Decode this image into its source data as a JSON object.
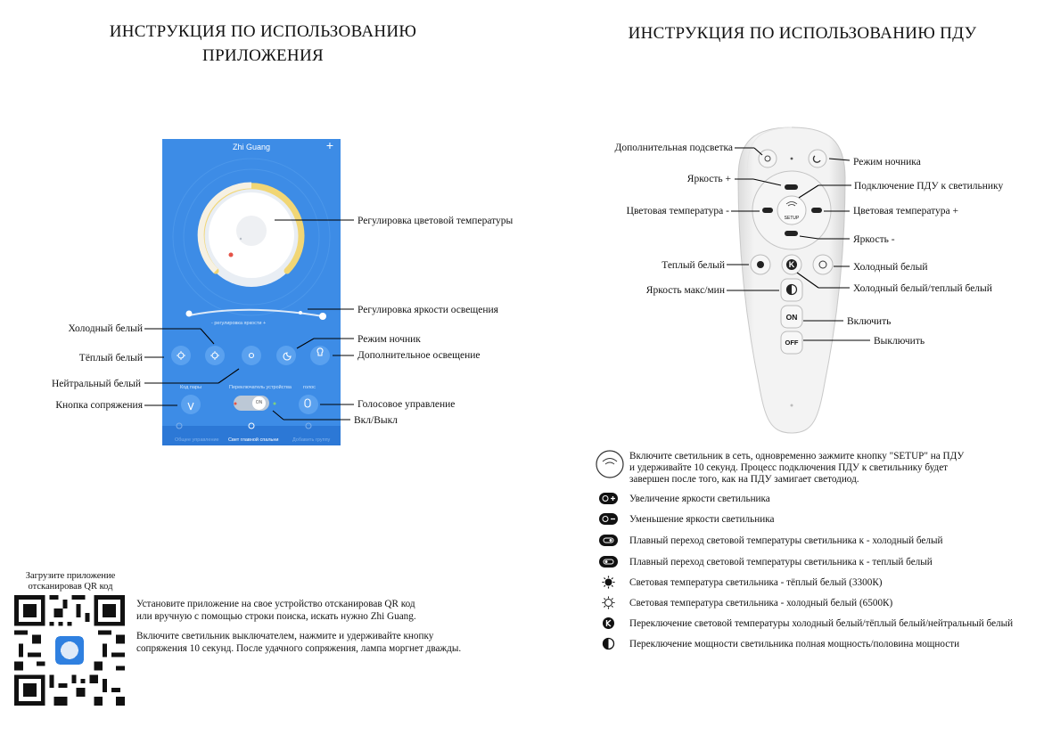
{
  "left": {
    "title_line1": "ИНСТРУКЦИЯ ПО ИСПОЛЬЗОВАНИЮ",
    "title_line2": "ПРИЛОЖЕНИЯ",
    "phone": {
      "app_title": "Zhi Guang",
      "plus_label": "+",
      "brightness_caption": "- регулировка яркости +",
      "pair_caption": "Код пары",
      "switch_caption": "Переключатель устройства",
      "voice_caption": "голос",
      "on_label": "ON",
      "tab_labels": [
        "Общее управление",
        "Свет главной спальни",
        "Добавить группу"
      ]
    },
    "callouts": {
      "color_temp": "Регулировка цветовой температуры",
      "brightness": "Регулировка яркости освещения",
      "cold_white": "Холодный белый",
      "warm_white": "Тёплый белый",
      "night_mode": "Режим ночник",
      "extra_light": "Дополнительное освещение",
      "neutral_white": "Нейтральный белый",
      "pair_button": "Кнопка сопряжения",
      "voice_control": "Голосовое управление",
      "on_off": "Вкл/Выкл"
    },
    "qr_caption_line1": "Загрузите приложение",
    "qr_caption_line2": "отсканировав QR код",
    "instructions_p1_line1": "Установите приложение на свое устройство отсканировав QR код",
    "instructions_p1_line2": "или вручную с помощью строки поиска, искать нужно Zhi Guang.",
    "instructions_p2_line1": "Включите светильник выключателем, нажмите и удерживайте кнопку",
    "instructions_p2_line2": "сопряжения 10 секунд. После удачного сопряжения, лампа моргнет дважды."
  },
  "right": {
    "title": "ИНСТРУКЦИЯ ПО ИСПОЛЬЗОВАНИЮ ПДУ",
    "remote": {
      "setup_label": "SETUP",
      "on_label": "ON",
      "off_label": "OFF",
      "k_label": "K"
    },
    "callouts": {
      "extra_backlight": "Дополнительная подсветка",
      "brightness_plus": "Яркость +",
      "color_temp_minus": "Цветовая температура -",
      "warm_white": "Теплый белый",
      "brightness_max_min": "Яркость макс/мин",
      "night_mode": "Режим ночника",
      "connect_remote": "Подключение ПДУ к светильнику",
      "color_temp_plus": "Цветовая температура +",
      "brightness_minus": "Яркость -",
      "cold_white": "Холодный белый",
      "cold_warm": "Холодный белый/теплый белый",
      "turn_on": "Включить",
      "turn_off": "Выключить"
    },
    "setup_line1": "Включите светильник в сеть, одновременно зажмите кнопку \"SETUP\" на ПДУ",
    "setup_line2": "и удерживайте 10 секунд. Процесс подключения ПДУ к светильнику будет",
    "setup_line3": "завершен после того, как на ПДУ замигает светодиод.",
    "legend": [
      {
        "icon": "brightness-plus-icon",
        "text": "Увеличение яркости светильника"
      },
      {
        "icon": "brightness-minus-icon",
        "text": "Уменьшение яркости светильника"
      },
      {
        "icon": "temp-to-cold-icon",
        "text": "Плавный переход световой температуры светильника к - холодный белый"
      },
      {
        "icon": "temp-to-warm-icon",
        "text": "Плавный переход световой температуры светильника к - теплый белый"
      },
      {
        "icon": "warm-sun-icon",
        "text": "Световая температура светильника - тёплый белый (3300К)"
      },
      {
        "icon": "cold-sun-icon",
        "text": "Световая температура светильника - холодный белый (6500К)"
      },
      {
        "icon": "k-switch-icon",
        "text": "Переключение световой температуры холодный белый/тёплый белый/нейтральный белый"
      },
      {
        "icon": "half-moon-icon",
        "text": "Переключение мощности светильника полная мощность/половина мощности"
      }
    ]
  }
}
